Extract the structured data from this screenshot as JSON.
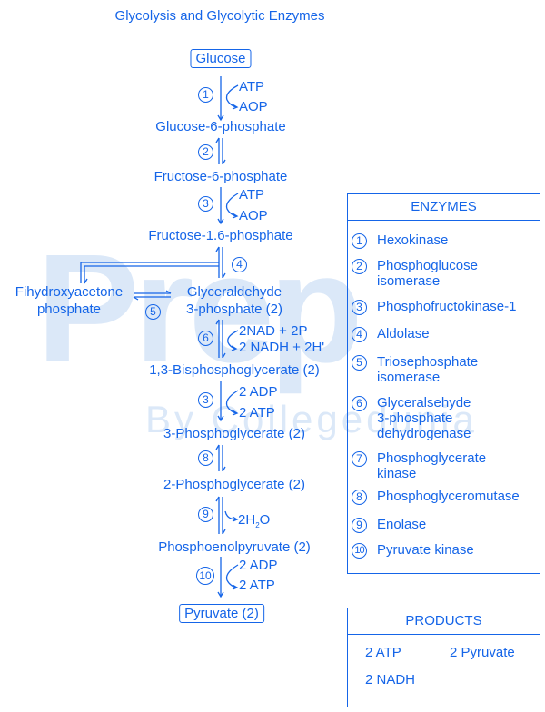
{
  "title": "Glycolysis and Glycolytic Enzymes",
  "watermark": {
    "brand": "Prep",
    "sub": "By Collegedunia"
  },
  "colors": {
    "primary": "#1565e8",
    "watermark": "#dbe8f8"
  },
  "pathway": {
    "start": "Glucose",
    "g6p": "Glucose-6-phosphate",
    "f6p": "Fructose-6-phosphate",
    "f16p": "Fructose-1.6-phosphate",
    "dhap_line1": "Fihydroxyacetone",
    "dhap_line2": "phosphate",
    "gap_line1": "Glyceraldehyde",
    "gap_line2": "3-phosphate (2)",
    "bpg": "1,3-Bisphosphoglycerate (2)",
    "pg3": "3-Phosphoglycerate (2)",
    "pg2": "2-Phosphoglycerate (2)",
    "pep": "Phosphoenolpyruvate (2)",
    "end": "Pyruvate (2)"
  },
  "steps": {
    "s1": {
      "num": "1",
      "in": "ATP",
      "out": "AOP"
    },
    "s2": {
      "num": "2"
    },
    "s3": {
      "num": "3",
      "in": "ATP",
      "out": "AOP"
    },
    "s4": {
      "num": "4"
    },
    "s5": {
      "num": "5"
    },
    "s6": {
      "num": "6",
      "in": "2NAD + 2P",
      "out": "2 NADH + 2H'"
    },
    "s7": {
      "num": "3",
      "in": "2 ADP",
      "out": "2 ATP"
    },
    "s8": {
      "num": "8"
    },
    "s9": {
      "num": "9",
      "out_main": "2H",
      "out_sub": "2",
      "out_tail": "O"
    },
    "s10": {
      "num": "10",
      "in": "2 ADP",
      "out": "2 ATP"
    }
  },
  "enzymes": {
    "heading": "ENZYMES",
    "items": [
      {
        "num": "1",
        "label": "Hexokinase"
      },
      {
        "num": "2",
        "label": "Phosphoglucose\nisomerase"
      },
      {
        "num": "3",
        "label": "Phosphofructokinase-1"
      },
      {
        "num": "4",
        "label": "Aldolase"
      },
      {
        "num": "5",
        "label": "Triosephosphate\nisomerase"
      },
      {
        "num": "6",
        "label": "Glyceralsehyde\n3-phosphate\ndehydrogenase"
      },
      {
        "num": "7",
        "label": "Phosphoglycerate\nkinase"
      },
      {
        "num": "8",
        "label": "Phosphoglyceromutase"
      },
      {
        "num": "9",
        "label": "Enolase"
      },
      {
        "num": "10",
        "label": "Pyruvate kinase"
      }
    ]
  },
  "products": {
    "heading": "PRODUCTS",
    "atp": "2 ATP",
    "pyruvate": "2 Pyruvate",
    "nadh": "2 NADH"
  }
}
